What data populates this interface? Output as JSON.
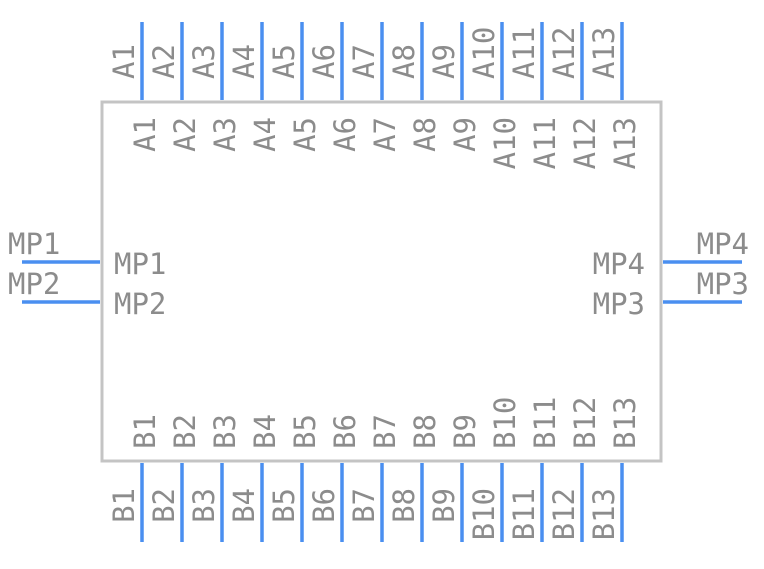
{
  "component": {
    "body_color": "#c4c4c4",
    "pin_color": "#4a8ff0",
    "text_color": "#8c8c8c",
    "top_pins": [
      "A1",
      "A2",
      "A3",
      "A4",
      "A5",
      "A6",
      "A7",
      "A8",
      "A9",
      "A10",
      "A11",
      "A12",
      "A13"
    ],
    "bottom_pins": [
      "B1",
      "B2",
      "B3",
      "B4",
      "B5",
      "B6",
      "B7",
      "B8",
      "B9",
      "B10",
      "B11",
      "B12",
      "B13"
    ],
    "left_pins": [
      "MP1",
      "MP2"
    ],
    "right_pins": [
      "MP4",
      "MP3"
    ]
  }
}
